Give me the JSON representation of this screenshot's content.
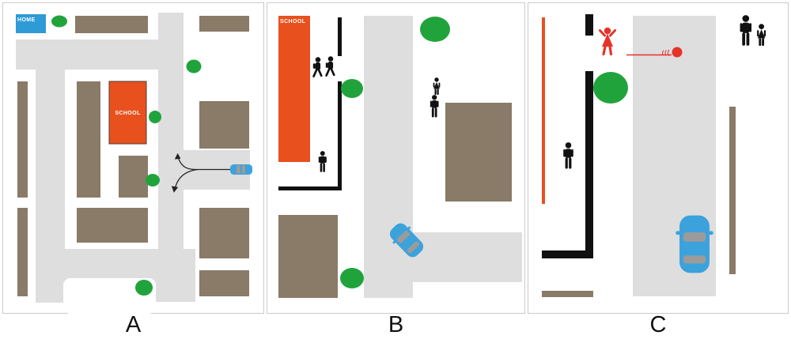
{
  "figure": {
    "type": "three-panel traffic-scene diagram",
    "captions": [
      {
        "label": "A"
      },
      {
        "label": "B"
      },
      {
        "label": "C"
      }
    ]
  },
  "panel_a": {
    "home_label": "HOME",
    "school_label": "SCHOOL",
    "elements": [
      "home-sign",
      "school-building",
      "roads",
      "buildings",
      "trees",
      "car-icon",
      "route-arrows"
    ]
  },
  "panel_b": {
    "school_label": "SCHOOL",
    "elements": [
      "school-building",
      "fence",
      "walking-children-icons",
      "pedestrian-icons",
      "trees",
      "road",
      "turning-car-icon",
      "buildings"
    ]
  },
  "panel_c": {
    "elements": [
      "orange-fence-line",
      "black-wall",
      "running-child-icon",
      "ball-icon",
      "ball-trajectory",
      "tree",
      "pedestrian-icon",
      "parent-and-child-icons",
      "road",
      "car-icon",
      "brown-fence-strips"
    ]
  },
  "colors": {
    "road_gray": "#dedede",
    "building_brown": "#8a7a68",
    "school_orange": "#e8501e",
    "tree_green": "#21a33c",
    "home_blue": "#2e9bd6",
    "car_blue": "#3ca2dc",
    "window_gray": "#9b9b9b",
    "alert_red": "#e5332a",
    "silhouette_black": "#111111",
    "panel_border": "#c7cacd"
  }
}
